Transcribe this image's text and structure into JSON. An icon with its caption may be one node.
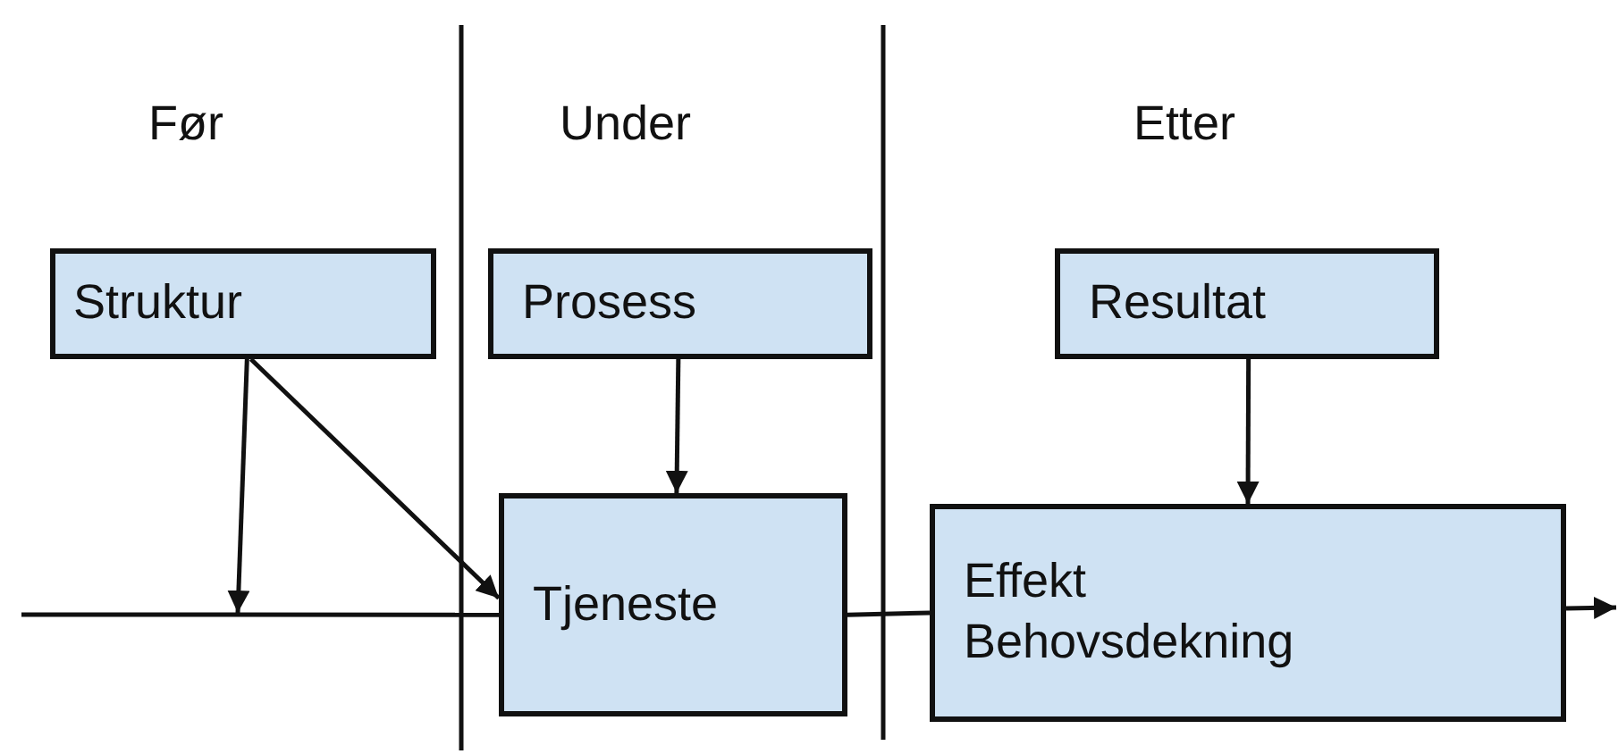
{
  "diagram": {
    "nodes": [
      {
        "text": [
          "Struktur"
        ]
      },
      {
        "text": [
          "Prosess"
        ]
      },
      {
        "text": [
          "Resultat"
        ]
      },
      {
        "text": [
          "Tjeneste"
        ]
      },
      {
        "text": [
          "Effekt",
          "Behovsdekning"
        ]
      }
    ],
    "edges": [
      {
        "from": 0,
        "to": null,
        "arrow": "to"
      },
      {
        "from": 0,
        "to": 3,
        "arrow": "to"
      },
      {
        "from": 1,
        "to": 3,
        "arrow": "to"
      },
      {
        "from": 2,
        "to": 4,
        "arrow": "to"
      },
      {
        "from": null,
        "to": 3,
        "arrow": "none"
      },
      {
        "from": 3,
        "to": 4,
        "arrow": "none"
      },
      {
        "from": 4,
        "to": null,
        "arrow": "to"
      }
    ],
    "labels": [
      "Før",
      "Under",
      "Etter"
    ]
  }
}
